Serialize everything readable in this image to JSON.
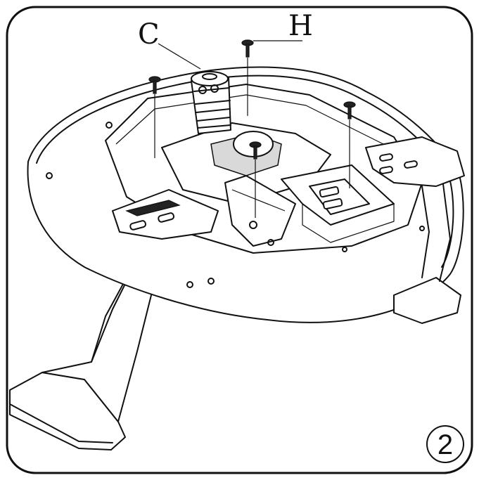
{
  "figure": {
    "labels": {
      "c": "C",
      "h": "H"
    },
    "step_number": "2"
  }
}
